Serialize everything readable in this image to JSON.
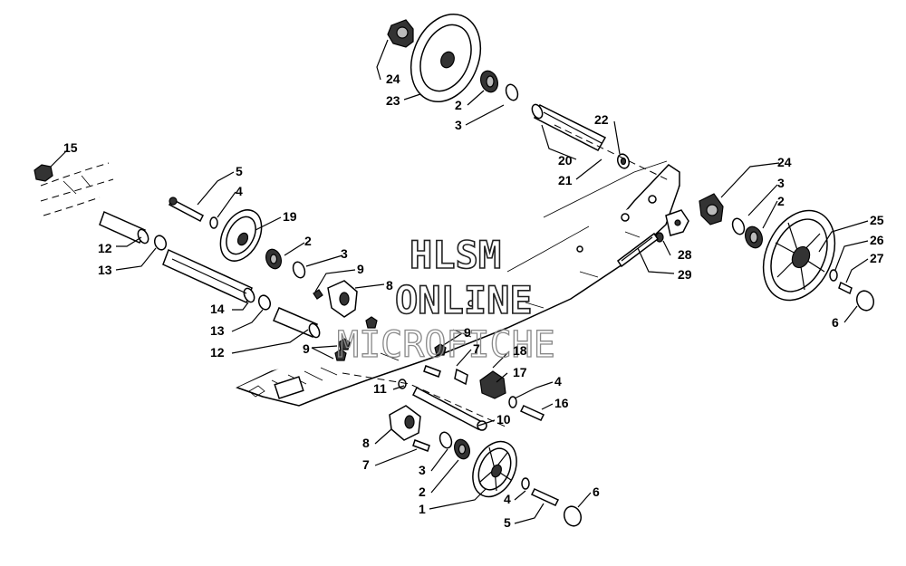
{
  "watermark": {
    "line1": "HLSM",
    "line2": "ONLINE",
    "line3": "MICROFICHE"
  },
  "callouts": [
    {
      "id": "c-24a",
      "text": "24"
    },
    {
      "id": "c-23",
      "text": "23"
    },
    {
      "id": "c-2a",
      "text": "2"
    },
    {
      "id": "c-3a",
      "text": "3"
    },
    {
      "id": "c-22",
      "text": "22"
    },
    {
      "id": "c-20",
      "text": "20"
    },
    {
      "id": "c-21",
      "text": "21"
    },
    {
      "id": "c-24b",
      "text": "24"
    },
    {
      "id": "c-3b",
      "text": "3"
    },
    {
      "id": "c-2b",
      "text": "2"
    },
    {
      "id": "c-25",
      "text": "25"
    },
    {
      "id": "c-26",
      "text": "26"
    },
    {
      "id": "c-27",
      "text": "27"
    },
    {
      "id": "c-28",
      "text": "28"
    },
    {
      "id": "c-29",
      "text": "29"
    },
    {
      "id": "c-6a",
      "text": "6"
    },
    {
      "id": "c-15",
      "text": "15"
    },
    {
      "id": "c-5a",
      "text": "5"
    },
    {
      "id": "c-4a",
      "text": "4"
    },
    {
      "id": "c-19",
      "text": "19"
    },
    {
      "id": "c-2c",
      "text": "2"
    },
    {
      "id": "c-3c",
      "text": "3"
    },
    {
      "id": "c-9a",
      "text": "9"
    },
    {
      "id": "c-8a",
      "text": "8"
    },
    {
      "id": "c-12a",
      "text": "12"
    },
    {
      "id": "c-13a",
      "text": "13"
    },
    {
      "id": "c-14",
      "text": "14"
    },
    {
      "id": "c-13b",
      "text": "13"
    },
    {
      "id": "c-12b",
      "text": "12"
    },
    {
      "id": "c-9b",
      "text": "9"
    },
    {
      "id": "c-9c",
      "text": "9"
    },
    {
      "id": "c-7a",
      "text": "7"
    },
    {
      "id": "c-18",
      "text": "18"
    },
    {
      "id": "c-17",
      "text": "17"
    },
    {
      "id": "c-4b",
      "text": "4"
    },
    {
      "id": "c-16",
      "text": "16"
    },
    {
      "id": "c-11",
      "text": "11"
    },
    {
      "id": "c-10",
      "text": "10"
    },
    {
      "id": "c-8b",
      "text": "8"
    },
    {
      "id": "c-7b",
      "text": "7"
    },
    {
      "id": "c-3d",
      "text": "3"
    },
    {
      "id": "c-2d",
      "text": "2"
    },
    {
      "id": "c-1",
      "text": "1"
    },
    {
      "id": "c-4c",
      "text": "4"
    },
    {
      "id": "c-5b",
      "text": "5"
    },
    {
      "id": "c-6b",
      "text": "6"
    }
  ]
}
